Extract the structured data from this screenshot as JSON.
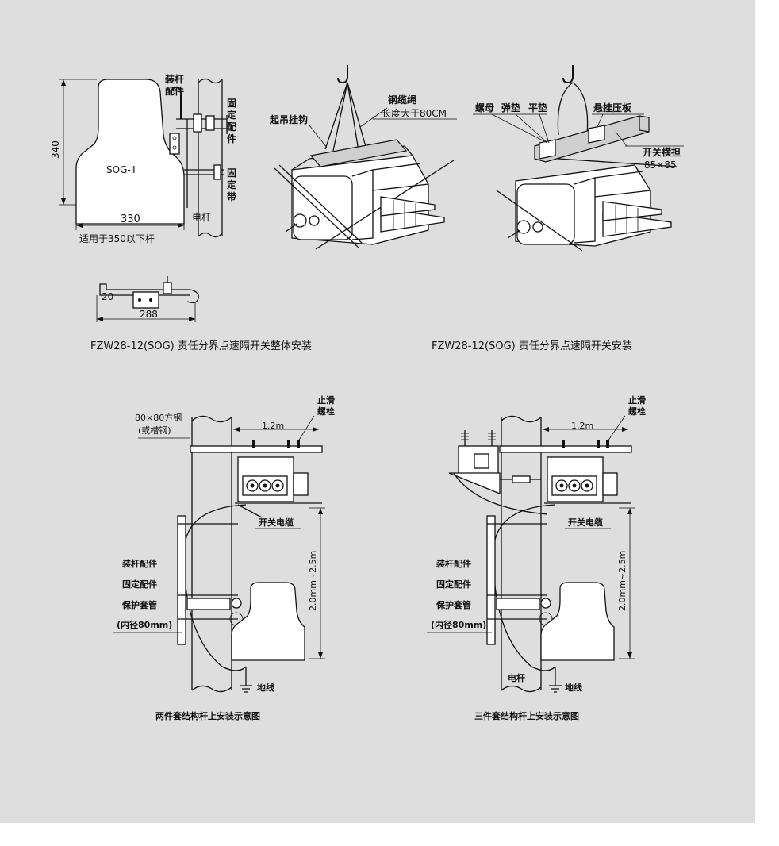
{
  "top_left": {
    "label_zhuang": "装杆",
    "label_peijian": "配件",
    "label_gu1": "固",
    "label_ding1": "定",
    "label_pei": "配",
    "label_jian": "件",
    "label_gu2": "固",
    "label_ding2": "定",
    "label_dai": "带",
    "dim_height": "340",
    "model": "SOG-Ⅱ",
    "dim_width": "330",
    "pole_label": "电杆",
    "applicable": "适用于350以下杆",
    "bracket_dim_small": "20",
    "bracket_dim_length": "288",
    "caption": "FZW28-12(SOG) 责任分界点速隔开关整体安装"
  },
  "top_middle": {
    "hook_label": "起吊挂钩",
    "rope_label": "钢缆绳",
    "rope_note": "长度大于80CM"
  },
  "top_right": {
    "nut_label": "螺母",
    "spring_label": "弹垫",
    "washer_label": "平垫",
    "plate_label": "悬挂压板",
    "crossarm_label": "开关横担",
    "crossarm_size": "85×85",
    "caption": "FZW28-12(SOG) 责任分界点速隔开关安装"
  },
  "bottom_left": {
    "steel_label": "80×80方钢",
    "steel_alt": "(或槽钢)",
    "dim_span": "1.2m",
    "bolt_label1": "止滑",
    "bolt_label2": "螺栓",
    "cable_label": "开关电缆",
    "label_zhuang": "装杆配件",
    "label_guding": "固定配件",
    "label_baohu": "保护套管",
    "label_neijing": "(内径80mm)",
    "height_dim": "2.0mm~2.5m",
    "ground_label": "地线",
    "caption": "两件套结构杆上安装示意图"
  },
  "bottom_right": {
    "dim_span": "1.2m",
    "bolt_label1": "止滑",
    "bolt_label2": "螺栓",
    "cable_label": "开关电缆",
    "label_zhuang": "装杆配件",
    "label_guding": "固定配件",
    "label_baohu": "保护套管",
    "label_neijing": "(内径80mm)",
    "height_dim": "2.0mm~2.5m",
    "pole_label": "电杆",
    "ground_label": "地线",
    "caption": "三件套结构杆上安装示意图"
  }
}
